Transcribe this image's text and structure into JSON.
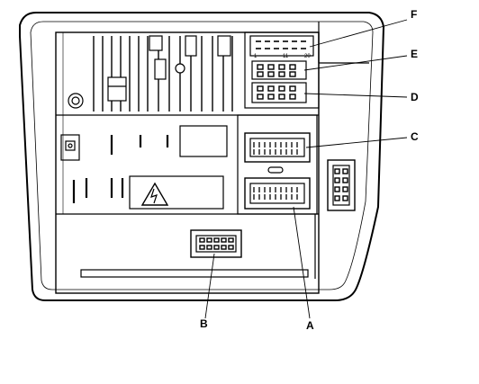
{
  "labels": {
    "A": "A",
    "B": "B",
    "C": "C",
    "D": "D",
    "E": "E",
    "F": "F"
  },
  "pins": {
    "F_left": "1",
    "F_mid": "11",
    "F_right": "20"
  },
  "colors": {
    "stroke": "#000000",
    "background": "#ffffff",
    "shade": "#e8e8e8"
  }
}
